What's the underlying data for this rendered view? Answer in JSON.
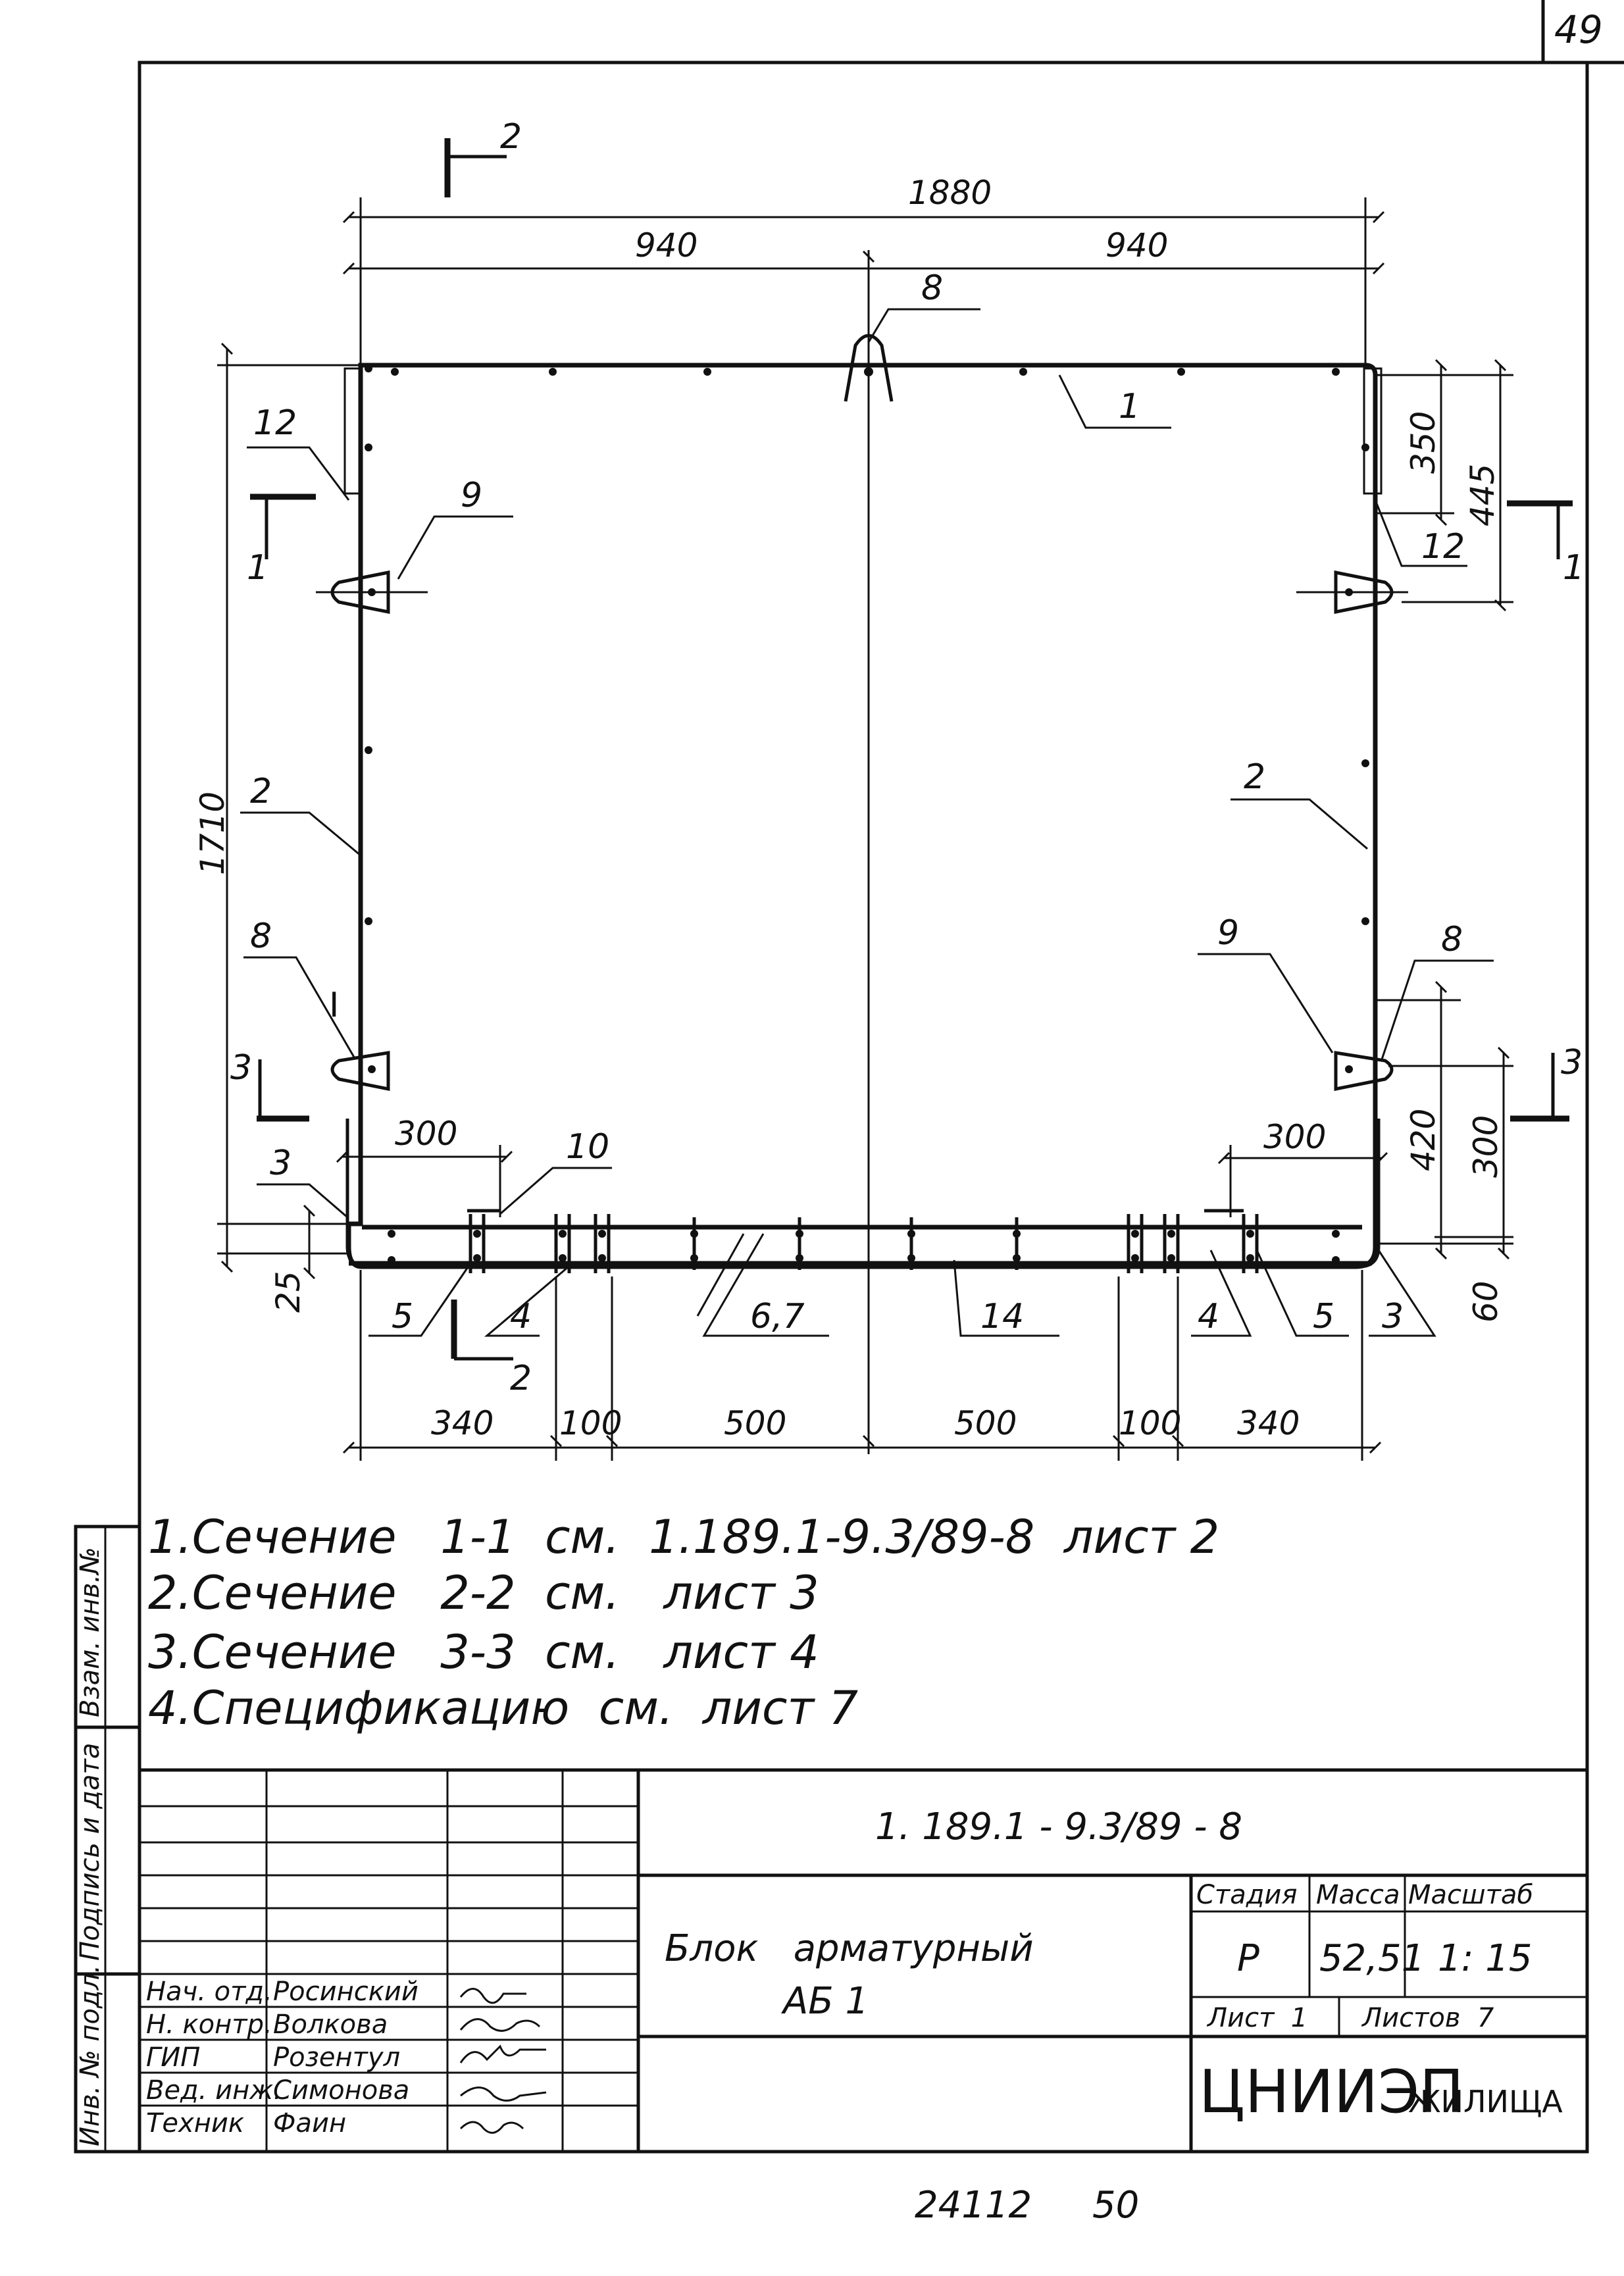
{
  "sheet_number": "49",
  "dimensions": {
    "top_total": "1880",
    "top_left": "940",
    "top_right": "940",
    "left_height": "1710",
    "right_350": "350",
    "right_445": "445",
    "right_420": "420",
    "right_300": "300",
    "bottom_left_300": "300",
    "bottom_right_300": "300",
    "small_25": "25",
    "small_60": "60",
    "bottom": [
      "340",
      "100",
      "500",
      "500",
      "100",
      "340"
    ]
  },
  "callouts": {
    "c1": "1",
    "c2_left": "2",
    "c2_right": "2",
    "c3_left": "3",
    "c3_right": "3",
    "c4_left": "4",
    "c4_right": "4",
    "c5_left": "5",
    "c5_right": "5",
    "c67": "6,7",
    "c8_top": "8",
    "c8_left": "8",
    "c8_right": "8",
    "c9_left": "9",
    "c9_right": "9",
    "c10": "10",
    "c12_left": "12",
    "c12_right": "12",
    "c14": "14",
    "c_roman": "I"
  },
  "section_marks": {
    "s1_left": "1",
    "s1_right": "1",
    "s2_top": "2",
    "s2_bottom": "2",
    "s3_left": "3",
    "s3_right": "3"
  },
  "notes": [
    "1.Сечение   1-1  см.  1.189.1-9.3/89-8  лист 2",
    "2.Сечение   2-2  см.   лист 3",
    "3.Сечение   3-3  см.   лист 4",
    "4.Спецификацию  см.  лист 7"
  ],
  "side_stamp": {
    "inv_zam": "Взам. инв.№",
    "signature_date": "Подпись и дата",
    "inv_podl": "Инв. № подл."
  },
  "title_block": {
    "doc_code": "1. 189.1 - 9.3/89 - 8",
    "title_line1": "Блок   арматурный",
    "title_line2": "АБ 1",
    "col_stage": "Стадия",
    "col_mass": "Масса",
    "col_scale": "Масштаб",
    "stage": "Р",
    "mass": "52,51",
    "scale": "1: 15",
    "sheet_label": "Лист  1",
    "sheets_total": "Листов  7",
    "org_main": "ЦНИИЭП",
    "org_sub": "ЖИЛИЩА",
    "signers": [
      {
        "role": "Нач. отд.",
        "name": "Росинский"
      },
      {
        "role": "Н. контр.",
        "name": "Волкова"
      },
      {
        "role": "ГИП",
        "name": "Розентул"
      },
      {
        "role": "Вед. инж.",
        "name": "Симонова"
      },
      {
        "role": "Техник",
        "name": "Фаин"
      }
    ]
  },
  "footer": {
    "inventory": "24112",
    "page": "50"
  }
}
